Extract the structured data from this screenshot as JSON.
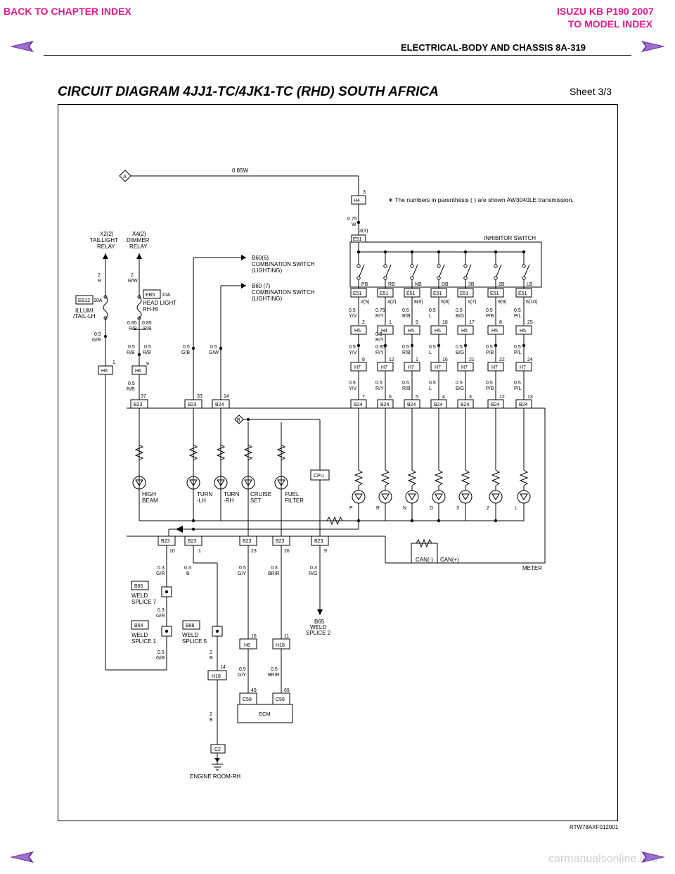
{
  "nav": {
    "back_chapter": "BACK TO CHAPTER INDEX",
    "model_line1": "ISUZU KB P190 2007",
    "model_line2": "TO MODEL INDEX"
  },
  "header": {
    "section": "ELECTRICAL-BODY AND CHASSIS  8A-319"
  },
  "title": "CIRCUIT DIAGRAM 4JJ1-TC/4JK1-TC (RHD) SOUTH AFRICA",
  "sheet": "Sheet 3/3",
  "footer_code": "RTW78AXF012001",
  "watermark": "carmanualsonline.info",
  "colors": {
    "nav_pink": "#e11a8c",
    "arrow_purple": "#6a2c9e"
  },
  "diagram": {
    "note": "∗ The numbers in parenthesis (      ) are shown AW3040LE transmission.",
    "wire_top": "0.85W",
    "conn_a": "A",
    "conn_b": "B",
    "h4_top": "H4",
    "h4_pin": "3",
    "w075": "0.75",
    "w075c": "W",
    "e51_pin": "3(3)",
    "e51_top": "E51",
    "inhibitor": "INHIBITOR SWITCH",
    "relay_x2a": "X2(2)",
    "relay_x2b": "TAILLIGHT",
    "relay_x2c": "RELAY",
    "relay_x4a": "X4(2)",
    "relay_x4b": "DIMMER",
    "relay_x4c": "RELAY",
    "b60_6a": "B60(6)",
    "b60_6b": "COMBINATION SWITCH",
    "b60_6c": "(LIGHTING)",
    "b60_7a": "B60 (7)",
    "b60_7b": "COMBINATION SWITCH",
    "b60_7c": "(LIGHTING)",
    "w2r_a": "2",
    "w2r_b": "R",
    "w2rw_a": "2",
    "w2rw_b": "R/W",
    "eb12": "EB12",
    "eb12_amp": "10A",
    "eb5": "EB5",
    "eb5_amp": "10A",
    "illumi_a": "ILLUMI",
    "illumi_b": "/TAIL-LH",
    "head_a": "HEAD LIGHT",
    "head_b": "RH-HI",
    "w085a": "0.85",
    "w085ac": "R/B",
    "w085b": "0.85",
    "w085bc": "R/B",
    "w05gr": "0.5",
    "w05grc": "G/R",
    "w05rb1": "0.5",
    "w05rb1c": "R/B",
    "w05rb2": "0.5",
    "w05rb2c": "R/B",
    "w05gb": "0.5",
    "w05gbc": "G/B",
    "w05gw": "0.5",
    "w05gwc": "G/W",
    "h6_1": "H6",
    "h6_1pin": "1",
    "h6_2": "H6",
    "h6_2pin": "9",
    "w05rb3": "0.5",
    "w05rb3c": "R/B",
    "b23_37": "37",
    "b23_33": "33",
    "b24_14": "14",
    "b23": "B23",
    "b24": "B24",
    "sw_labels": [
      "PB",
      "RB",
      "NB",
      "DB",
      "3B",
      "2B",
      "LB"
    ],
    "e51": "E51",
    "e51_pins": [
      "2(5)",
      "4(2)",
      "8(6)",
      "5(8)",
      "1(7)",
      "9(9)",
      "6(10)"
    ],
    "e51_wires": [
      [
        "0.5",
        "Y/V"
      ],
      [
        "0.75",
        "R/Y"
      ],
      [
        "0.5",
        "R/B"
      ],
      [
        "0.5",
        "L"
      ],
      [
        "0.5",
        "B/G"
      ],
      [
        "0.5",
        "P/B"
      ],
      [
        "0.5",
        "P/L"
      ]
    ],
    "h5_pins": [
      "2",
      "1",
      "9",
      "18",
      "17",
      "8",
      "25"
    ],
    "h5_names": [
      "H5",
      "H4",
      "H5",
      "H5",
      "H5",
      "H5",
      "H5"
    ],
    "h5_wires": [
      [
        "0.5",
        "Y/V"
      ],
      [
        "0.85",
        "R/Y"
      ],
      [
        "0.5",
        "R/B"
      ],
      [
        "0.5",
        "L"
      ],
      [
        "0.5",
        "B/G"
      ],
      [
        "0.5",
        "P/B"
      ],
      [
        "0.5",
        "P/L"
      ]
    ],
    "h5_wire2": [
      "0.5",
      "R/Y"
    ],
    "h7_pins": [
      "8",
      "12",
      "1",
      "16",
      "21",
      "22",
      "24"
    ],
    "h7": "H7",
    "h7_wires": [
      [
        "0.5",
        "Y/V"
      ],
      [
        "0.5",
        "R/Y"
      ],
      [
        "0.5",
        "R/B"
      ],
      [
        "0.5",
        "L"
      ],
      [
        "0.5",
        "B/G"
      ],
      [
        "0.5",
        "P/B"
      ],
      [
        "0.5",
        "P/L"
      ]
    ],
    "b24_pins": [
      "7",
      "6",
      "5",
      "4",
      "3",
      "12",
      "13"
    ],
    "lamps": [
      "P",
      "R",
      "N",
      "D",
      "3",
      "2",
      "L"
    ],
    "cpu": "CPU",
    "l_highbeam_a": "HIGH",
    "l_highbeam_b": "BEAM",
    "l_turnlh_a": "TURN",
    "l_turnlh_b": "-LH",
    "l_turnrh_a": "TURN",
    "l_turnrh_b": "-RH",
    "l_cruise_a": "CRUISE",
    "l_cruise_b": "SET",
    "l_fuel_a": "FUEL",
    "l_fuel_b": "FILTER",
    "can_minus": "CAN(-)",
    "can_plus": "CAN(+)",
    "meter": "METER",
    "b23_bottom_pins": [
      "10",
      "1",
      "23",
      "26",
      "9"
    ],
    "bw_03gr": [
      "0.3",
      "G/R"
    ],
    "bw_03b": [
      "0.3",
      "B"
    ],
    "bw_05gy": [
      "0.5",
      "G/Y"
    ],
    "bw_03brr": [
      "0.3",
      "BR/R"
    ],
    "bw_03rg": [
      "0.3",
      "R/G"
    ],
    "b85": "B85",
    "b85_a": "WELD",
    "b85_b": "SPLICE 7",
    "bw_03gr2": [
      "0.3",
      "G/R"
    ],
    "b64": "B64",
    "b64_a": "WELD",
    "b64_b": "SPLICE 1",
    "b88": "B88",
    "b88_a": "WELD",
    "b88_b": "SPLICE 5",
    "b65_a": "B65",
    "b65_b": "WELD",
    "b65_c": "SPLICE 2",
    "bw_05gr": [
      "0.5",
      "G/R"
    ],
    "bw_2b": [
      "2",
      "B"
    ],
    "h6_16": "16",
    "h18_11": "11",
    "h6": "H6",
    "h18": "H18",
    "h18_14": "14",
    "bw_05gy2": [
      "0.5",
      "G/Y"
    ],
    "bw_05brr": [
      "0.5",
      "BR/R"
    ],
    "c58_49": "49",
    "c58_69": "69",
    "c58": "C58",
    "ecm": "ECM",
    "bw_2b2": [
      "2",
      "B"
    ],
    "c2": "C2",
    "ground": "ENGINE ROOM-RH"
  }
}
